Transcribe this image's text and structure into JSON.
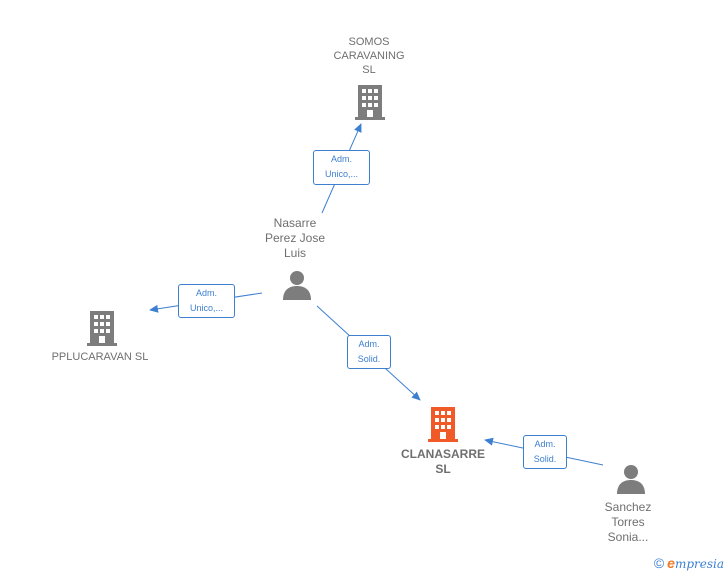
{
  "colors": {
    "edge": "#3d7fd1",
    "company_icon": "#7d7d7d",
    "focus_icon": "#f05a28",
    "person_icon": "#7d7d7d",
    "label_text": "#6f6f6f"
  },
  "nodes": {
    "somos": {
      "line1": "SOMOS",
      "line2": "CARAVANING",
      "line3": "SL",
      "icon": "building-icon"
    },
    "nasarre": {
      "line1": "Nasarre",
      "line2": "Perez Jose",
      "line3": "Luis",
      "icon": "person-icon"
    },
    "pplucaravan": {
      "line1": "PPLUCARAVAN SL",
      "icon": "building-icon"
    },
    "clanasarre": {
      "line1": "CLANASARRE",
      "line2": "SL",
      "icon": "building-icon"
    },
    "sanchez": {
      "line1": "Sanchez",
      "line2": "Torres",
      "line3": "Sonia...",
      "icon": "person-icon"
    }
  },
  "edges": {
    "nasarre_somos": {
      "line1": "Adm.",
      "line2": "Unico,..."
    },
    "nasarre_pplucaravan": {
      "line1": "Adm.",
      "line2": "Unico,..."
    },
    "nasarre_clanasarre": {
      "line1": "Adm.",
      "line2": "Solid."
    },
    "sanchez_clanasarre": {
      "line1": "Adm.",
      "line2": "Solid."
    }
  },
  "footer": {
    "copyright": "©",
    "brand_first": "e",
    "brand_rest": "mpresia"
  }
}
